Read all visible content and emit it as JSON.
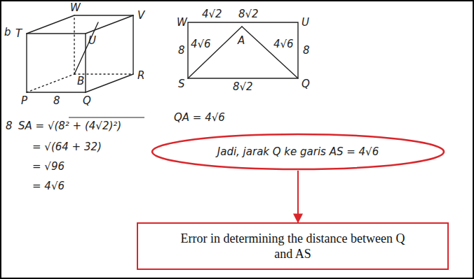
{
  "diagram": {
    "nodes": [
      {
        "text": [
          "Jadi, jarak Q ke garis AS = 4√6"
        ]
      },
      {
        "text": [
          "Error in determining the distance between Q and AS"
        ]
      }
    ],
    "edges": [
      {
        "from": 0,
        "to": 1,
        "arrow": "to"
      }
    ],
    "labels": [
      "b",
      "T",
      "W",
      "U",
      "V",
      "B",
      "R",
      "P",
      "8",
      "Q",
      "W",
      "4√2",
      "8√2",
      "U",
      "A",
      "8",
      "4√6",
      "4√6",
      "8",
      "S",
      "8√2",
      "Q",
      "8",
      "SA = √(8² + (4√2)²)",
      "= √(64 + 32)",
      "= √96",
      "= 4√6",
      "QA = 4√6"
    ]
  }
}
